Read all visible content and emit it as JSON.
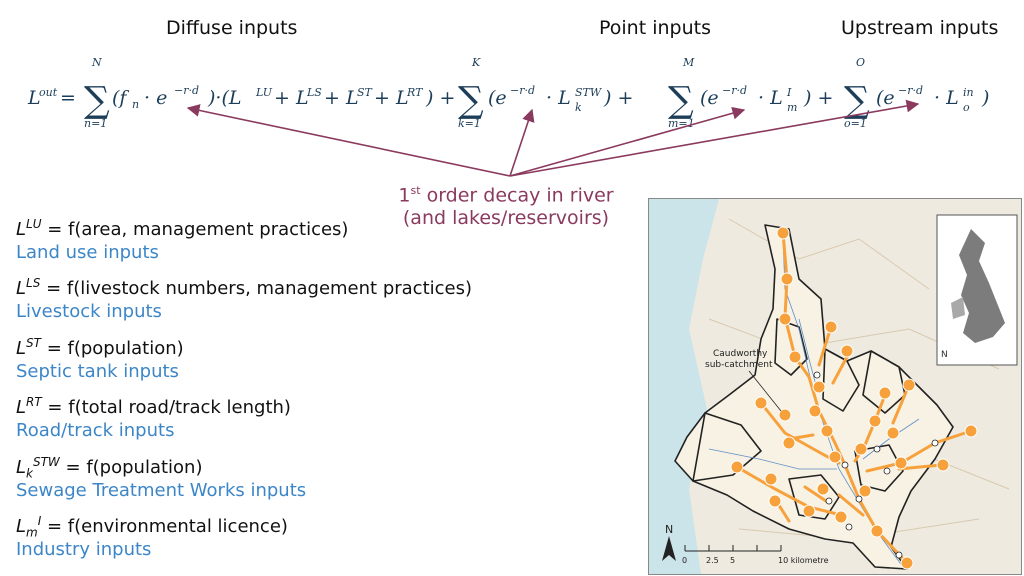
{
  "headers": {
    "diffuse": "Diffuse inputs",
    "point": "Point inputs",
    "upstream": "Upstream inputs"
  },
  "decay": {
    "sup": "st",
    "line1_rest": " order decay in river",
    "line2": "(and lakes/reservoirs)",
    "num": "1"
  },
  "definitions": [
    {
      "sym": "L",
      "sup": "LU",
      "sub": "",
      "rhs": " = f(area, management practices)",
      "label": "Land use inputs"
    },
    {
      "sym": "L",
      "sup": "LS",
      "sub": "",
      "rhs": " = f(livestock numbers, management practices)",
      "label": "Livestock inputs"
    },
    {
      "sym": "L",
      "sup": "ST",
      "sub": "",
      "rhs": " = f(population)",
      "label": "Septic tank inputs"
    },
    {
      "sym": "L",
      "sup": "RT",
      "sub": "",
      "rhs": " = f(total road/track length)",
      "label": "Road/track inputs"
    },
    {
      "sym": "L",
      "sup": "STW",
      "sub": "k",
      "rhs": " = f(population)",
      "label": "Sewage Treatment Works inputs"
    },
    {
      "sym": "L",
      "sup": "I",
      "sub": "m",
      "rhs": " = f(environmental licence)",
      "label": "Industry inputs"
    }
  ],
  "map": {
    "callout": "Caudworthy sub-catchment",
    "north": "N",
    "scale_ticks": [
      "0",
      "2.5",
      "5",
      "",
      "10 kilometre"
    ]
  },
  "colors": {
    "decay": "#8a3a5e",
    "category": "#3c86c8",
    "equation": "#1d3e59",
    "node": "#f7a13d"
  }
}
